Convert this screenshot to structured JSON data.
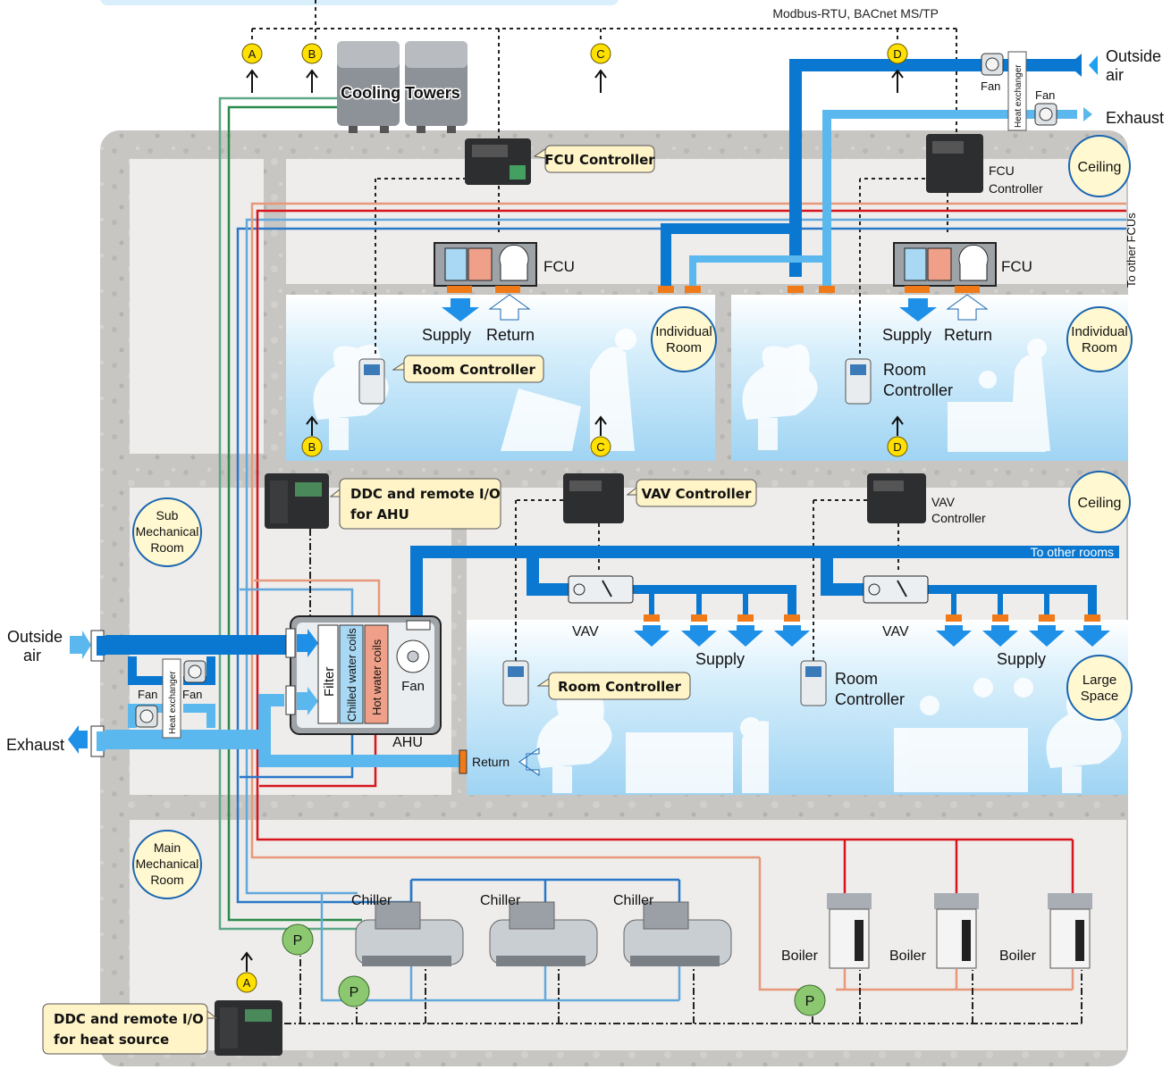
{
  "network": "Modbus-RTU, BACnet MS/TP",
  "markers": {
    "a": "A",
    "b": "B",
    "c": "C",
    "d": "D"
  },
  "labels": {
    "cooling_towers": "Cooling Towers",
    "outside_air": [
      "Outside",
      "air"
    ],
    "exhaust": "Exhaust",
    "fan": "Fan",
    "heat_exchanger": "Heat exchanger",
    "fcu_controller_callout": "FCU Controller",
    "fcu_controller_plain": [
      "FCU",
      "Controller"
    ],
    "ceiling": "Ceiling",
    "to_other_fcus": "To other FCUs",
    "fcu": "FCU",
    "supply": "Supply",
    "return": "Return",
    "individual_room": [
      "Individual",
      "Room"
    ],
    "room_controller_callout": "Room Controller",
    "room_controller_plain": [
      "Room",
      "Controller"
    ],
    "ddc_ahu": [
      "DDC and remote I/O",
      "for AHU"
    ],
    "vav_controller_callout": "VAV Controller",
    "vav_controller_plain": [
      "VAV",
      "Controller"
    ],
    "sub_mech_room": [
      "Sub",
      "Mechanical",
      "Room"
    ],
    "to_other_rooms": "To other rooms",
    "vav": "VAV",
    "filter": "Filter",
    "chilled_coils": "Chilled water coils",
    "hot_coils": "Hot water coils",
    "ahu": "AHU",
    "large_space": [
      "Large",
      "Space"
    ],
    "main_mech_room": [
      "Main",
      "Mechanical",
      "Room"
    ],
    "chiller": "Chiller",
    "boiler": "Boiler",
    "pump": "P",
    "ddc_heat": [
      "DDC and remote I/O",
      "for heat source"
    ]
  },
  "colors": {
    "duct_supply": "#0a78d0",
    "duct_return": "#5bb8ee",
    "chilled_supply": "#2a78c8",
    "chilled_return": "#62a8dc",
    "hot_supply": "#d8141c",
    "hot_return": "#e8987a",
    "condenser": "#2a8a4a",
    "condenser_return": "#5ea888",
    "room_sky": "#c8e8fa",
    "marker": "#ffe000",
    "room_badge": "#fff8d0",
    "callout": "#fff4c8",
    "pump": "#8cc870",
    "floor": "#c4c2bf"
  }
}
